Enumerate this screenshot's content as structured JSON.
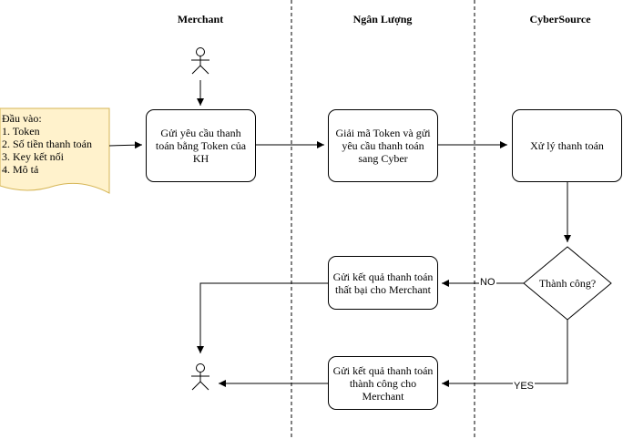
{
  "lanes": {
    "merchant": "Merchant",
    "ngan_luong": "Ngân Lượng",
    "cybersource": "CyberSource"
  },
  "input_doc": {
    "lines": [
      "Đầu vào:",
      "1. Token",
      "2. Số tiền thanh toán",
      "3. Key kết nối",
      "4. Mô tả"
    ],
    "fill": "#FFF2CC",
    "stroke": "#D6B656"
  },
  "boxes": {
    "send_request": "Gửi yêu cầu thanh toán bằng Token của KH",
    "decrypt_forward": "Giải mã Token và gửi yêu cầu thanh toán sang Cyber",
    "process_payment": "Xử lý thanh toán",
    "send_fail": "Gửi kết quả thanh toán thất bại cho Merchant",
    "send_success": "Gửi kết quả thanh toán thành công cho Merchant"
  },
  "decision": {
    "label": "Thành công?",
    "no_label": "NO",
    "yes_label": "YES"
  },
  "actors": {
    "top": "actor-icon",
    "bottom": "actor-icon"
  }
}
